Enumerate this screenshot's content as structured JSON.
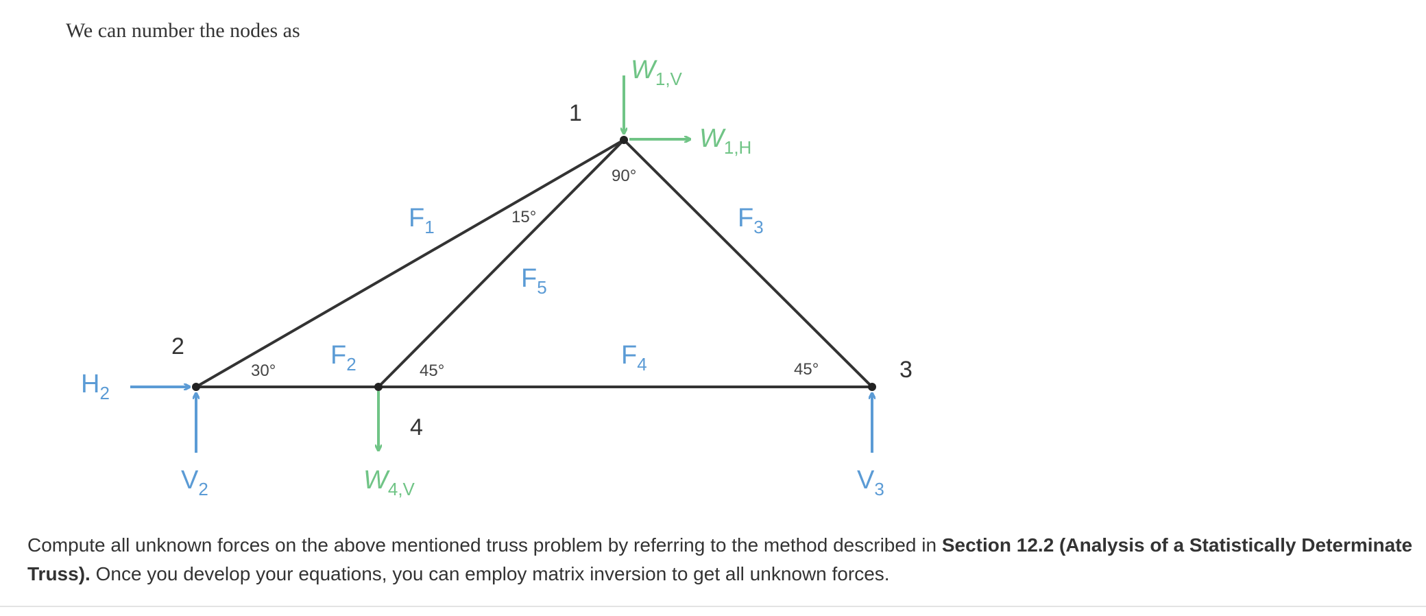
{
  "intro_text": "We can number the nodes as",
  "diagram": {
    "nodes": [
      {
        "id": "1",
        "label": "1"
      },
      {
        "id": "2",
        "label": "2"
      },
      {
        "id": "3",
        "label": "3"
      },
      {
        "id": "4",
        "label": "4"
      }
    ],
    "members": [
      {
        "label": "F",
        "sub": "1"
      },
      {
        "label": "F",
        "sub": "2"
      },
      {
        "label": "F",
        "sub": "3"
      },
      {
        "label": "F",
        "sub": "4"
      },
      {
        "label": "F",
        "sub": "5"
      }
    ],
    "angles": [
      "90°",
      "15°",
      "30°",
      "45°",
      "45°"
    ],
    "applied_loads": [
      {
        "label": "W",
        "sub": "1,V"
      },
      {
        "label": "W",
        "sub": "1,H"
      },
      {
        "label": "W",
        "sub": "4,V"
      }
    ],
    "reactions": [
      {
        "label": "H",
        "sub": "2"
      },
      {
        "label": "V",
        "sub": "2"
      },
      {
        "label": "V",
        "sub": "3"
      }
    ],
    "colors": {
      "members": "#333333",
      "reactions_and_member_forces": "#5b9bd5",
      "applied_loads": "#70c486"
    }
  },
  "paragraph": {
    "part1": "Compute all unknown forces on the above mentioned truss problem by referring to the method described in ",
    "bold": "Section 12.2 (Analysis of a Statistically Determinate Truss).",
    "part2": " Once you develop your equations, you can employ matrix inversion to get all unknown forces."
  }
}
